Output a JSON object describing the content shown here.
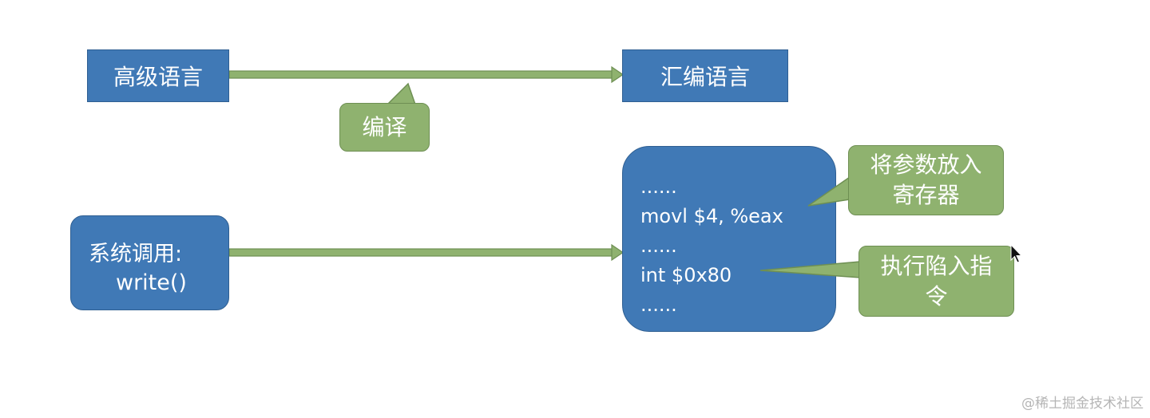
{
  "diagram": {
    "high_level_label": "高级语言",
    "assembly_label": "汇编语言",
    "compile_label": "编译",
    "syscall_label_line1": "系统调用:",
    "syscall_label_line2": "write()",
    "code_lines": [
      "......",
      "movl $4, %eax",
      "......",
      "int $0x80",
      "......"
    ],
    "callout_args_line1": "将参数放入",
    "callout_args_line2": "寄存器",
    "callout_trap_line1": "执行陷入指",
    "callout_trap_line2": "令"
  },
  "watermark": "@稀土掘金技术社区",
  "colors": {
    "box_blue": "#4079b6",
    "callout_green": "#8fb26f",
    "arrow_green": "#8fb26f",
    "arrow_outline": "#6e8f53"
  }
}
